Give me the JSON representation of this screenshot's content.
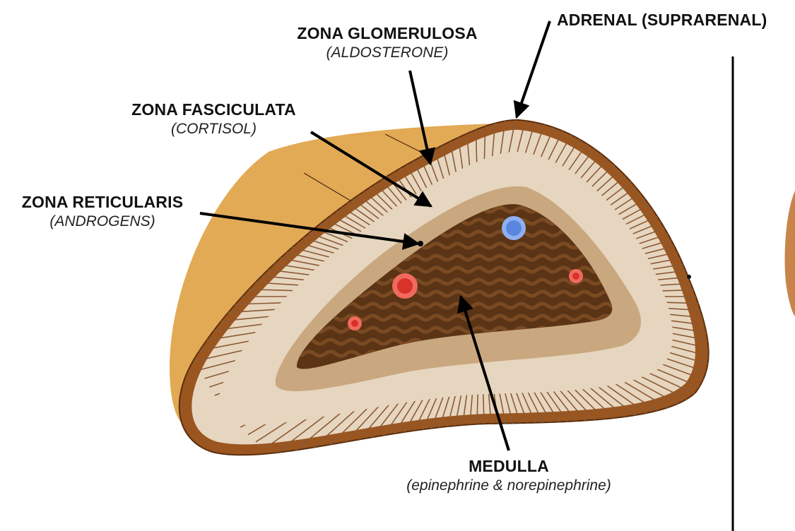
{
  "labels": {
    "adrenal": {
      "title": "ADRENAL (SUPRARENAL)"
    },
    "glomerulosa": {
      "title": "ZONA GLOMERULOSA",
      "subtitle": "(ALDOSTERONE)"
    },
    "fasciculata": {
      "title": "ZONA FASCICULATA",
      "subtitle": "(CORTISOL)"
    },
    "reticularis": {
      "title": "ZONA RETICULARIS",
      "subtitle": "(ANDROGENS)"
    },
    "medulla": {
      "title": "MEDULLA",
      "subtitle": "(epinephrine & norepinephrine)"
    }
  },
  "colors": {
    "outer_surface": "#e2aa55",
    "capsule": "#9b5620",
    "cortex": "#e7d6bf",
    "reticularis_band": "#c9a880",
    "medulla": "#5a3415",
    "medulla_wave": "#7a4a22",
    "vein": "#5a86e0",
    "artery": "#d8322a",
    "arrow": "#000000"
  }
}
